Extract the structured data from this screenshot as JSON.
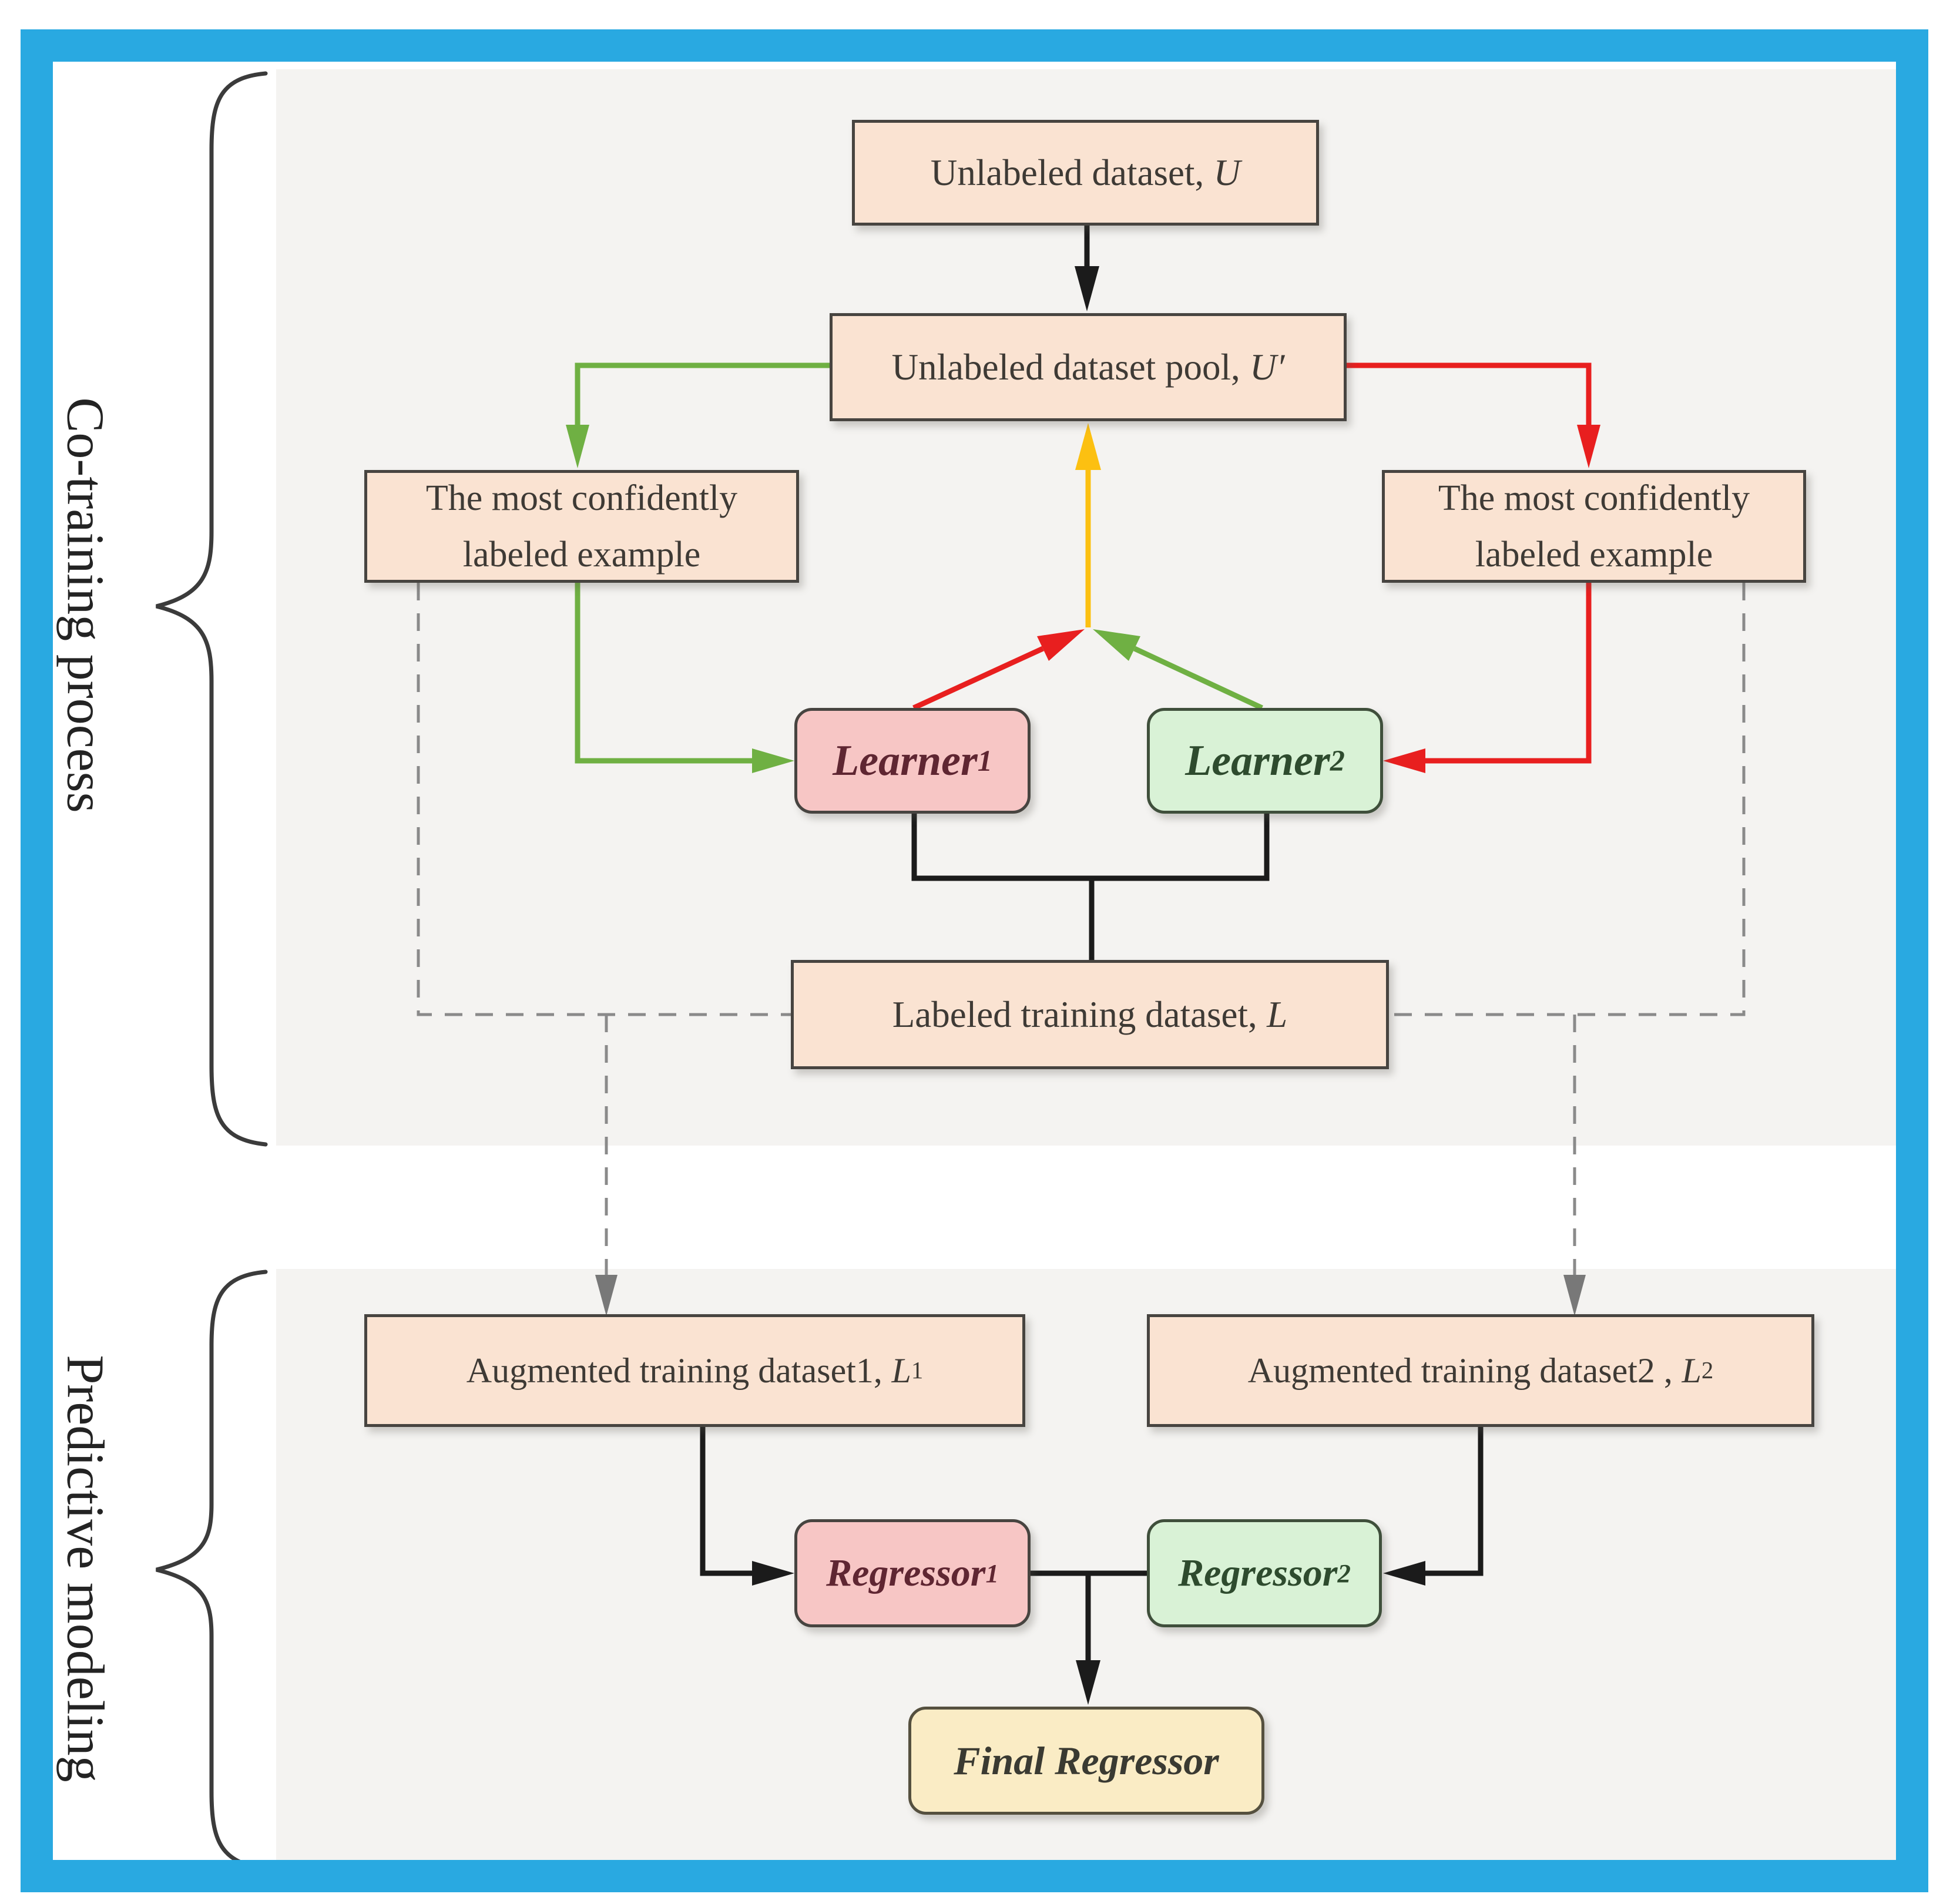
{
  "sections": [
    {
      "label": "Co-training process"
    },
    {
      "label": "Predictive modeling"
    }
  ],
  "boxes": {
    "unlabeled_dataset": {
      "text": "Unlabeled dataset,",
      "var": "U"
    },
    "unlabeled_pool": {
      "text": "Unlabeled dataset pool,",
      "var": "U′"
    },
    "confident_left": {
      "line1": "The most confidently",
      "line2": "labeled example"
    },
    "confident_right": {
      "line1": "The most confidently",
      "line2": "labeled example"
    },
    "labeled_dataset": {
      "text": "Labeled training dataset,",
      "var": "L"
    },
    "learner1": {
      "name": "Learner",
      "sub": "1"
    },
    "learner2": {
      "name": "Learner",
      "sub": "2"
    },
    "augmented1": {
      "text": "Augmented training dataset1,",
      "var": "L",
      "sub": "1"
    },
    "augmented2": {
      "text": "Augmented training dataset2 ,",
      "var": "L",
      "sub": "2"
    },
    "regressor1": {
      "name": "Regressor",
      "sub": "1"
    },
    "regressor2": {
      "name": "Regressor",
      "sub": "2"
    },
    "final_regressor": {
      "name": "Final Regressor"
    }
  },
  "colors": {
    "frame_blue": "#29a9e1",
    "panel_gray": "#f4f3f1",
    "box_peach": "#fae3d2",
    "box_pink": "#f7c6c5",
    "box_green": "#d9f2d6",
    "box_yellow": "#faecc5",
    "arrow_black": "#1b1b1b",
    "arrow_green": "#6fb043",
    "arrow_red": "#e81f1f",
    "arrow_yellow": "#fcc011",
    "dashed_gray": "#8a8a8a"
  }
}
